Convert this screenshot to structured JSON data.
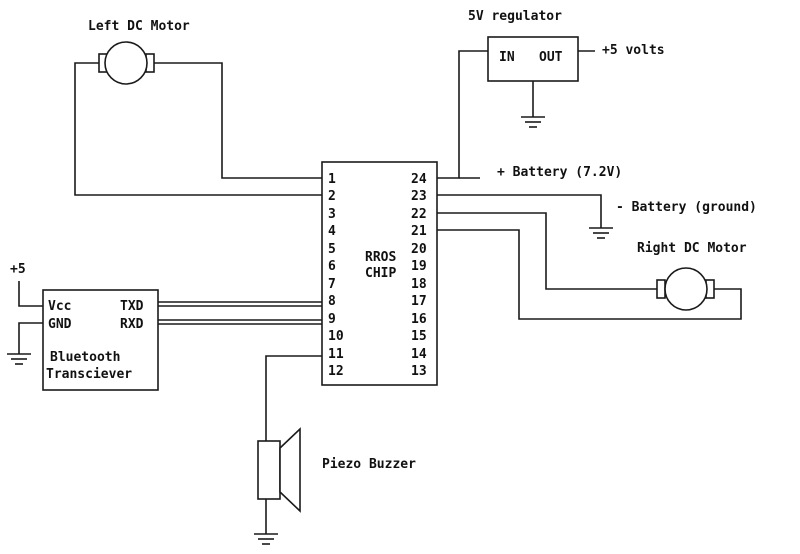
{
  "labels": {
    "left_motor": "Left DC Motor",
    "right_motor": "Right DC Motor",
    "regulator_title": "5V regulator",
    "regulator_in": "IN",
    "regulator_out": "OUT",
    "plus_5_volts": "+5 volts",
    "battery_plus": "+ Battery (7.2V)",
    "battery_minus": "- Battery (ground)",
    "plus_5": "+5",
    "piezo": "Piezo Buzzer"
  },
  "chip": {
    "name_line1": "RROS",
    "name_line2": "CHIP",
    "left_pins": [
      "1",
      "2",
      "3",
      "4",
      "5",
      "6",
      "7",
      "8",
      "9",
      "10",
      "11",
      "12"
    ],
    "right_pins": [
      "24",
      "23",
      "22",
      "21",
      "20",
      "19",
      "18",
      "17",
      "16",
      "15",
      "14",
      "13"
    ]
  },
  "bluetooth": {
    "vcc": "Vcc",
    "gnd": "GND",
    "txd": "TXD",
    "rxd": "RXD",
    "name_line1": "Bluetooth",
    "name_line2": "Transciever"
  }
}
